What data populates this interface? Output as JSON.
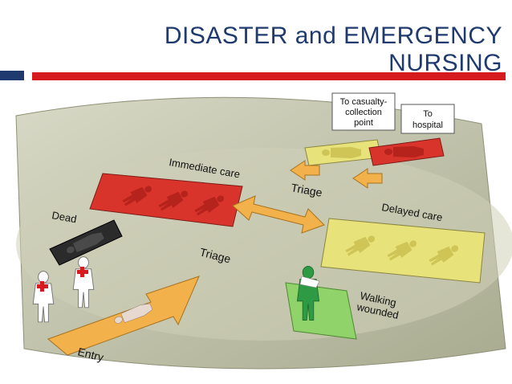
{
  "slide": {
    "title_line1": "DISASTER and EMERGENCY",
    "title_line2": "NURSING"
  },
  "diagram": {
    "labels": {
      "to_casualty_collection": [
        "To casualty-",
        "collection",
        "point"
      ],
      "to_hospital": [
        "To",
        "hospital"
      ],
      "immediate_care": "Immediate care",
      "triage_top": "Triage",
      "delayed_care": "Delayed care",
      "dead": "Dead",
      "triage_center": "Triage",
      "walking": "Walking",
      "wounded": "wounded",
      "entry": "Entry"
    },
    "colors": {
      "floor": "#bdbfa5",
      "immediate": "#d9342b",
      "delayed": "#e7e27a",
      "walking": "#8fd36a",
      "dead": "#2b2b2b",
      "arrow": "#f2b14a",
      "navy": "#1f3a6e",
      "red_rule": "#d51a20"
    }
  }
}
